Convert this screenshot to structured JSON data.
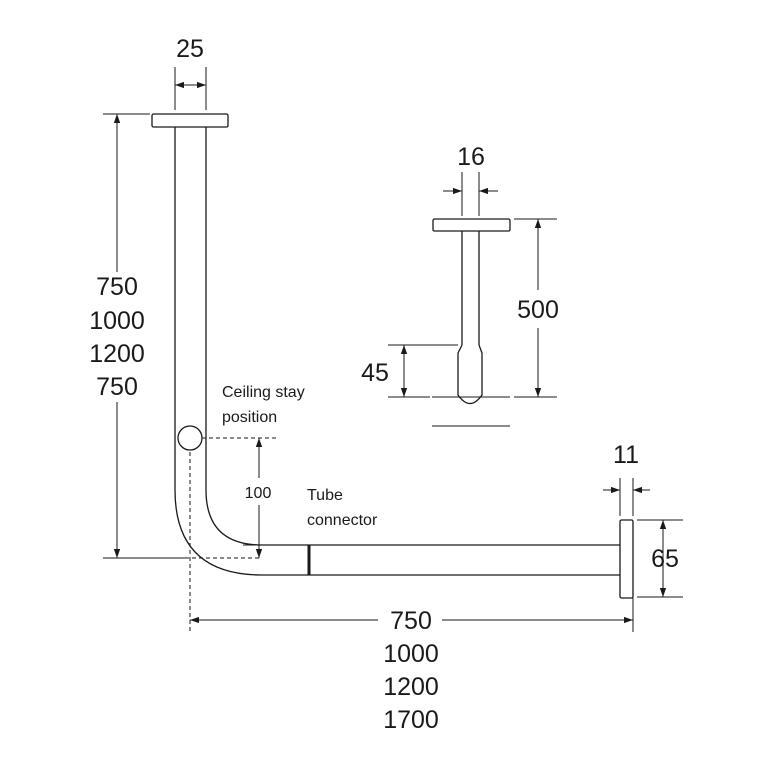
{
  "rail_dims": {
    "top_width": "25",
    "vertical_options": [
      "750",
      "1000",
      "1200",
      "750"
    ],
    "horizontal_options": [
      "750",
      "1000",
      "1200",
      "1700"
    ],
    "stay_offset": "100",
    "wall_plate_thickness": "11",
    "wall_plate_height": "65"
  },
  "stay_dims": {
    "rod_width": "16",
    "height": "500",
    "end_height": "45"
  },
  "labels": {
    "ceiling_stay_line1": "Ceiling stay",
    "ceiling_stay_line2": "position",
    "tube_connector_line1": "Tube",
    "tube_connector_line2": "connector"
  }
}
